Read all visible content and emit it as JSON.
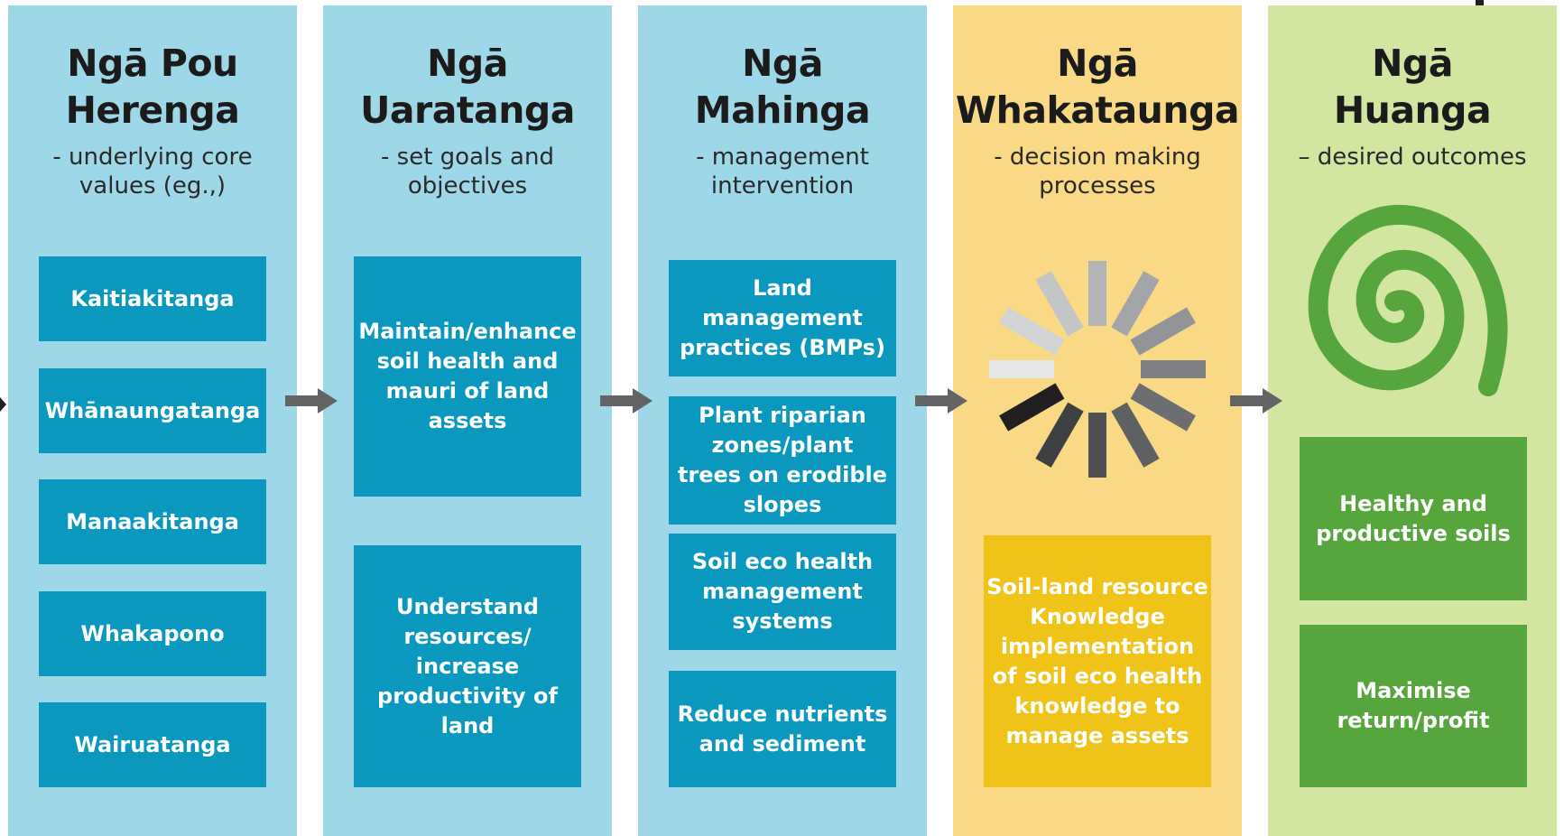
{
  "colors": {
    "column_blue": "#9ed8e8",
    "column_yellow": "#f9d985",
    "column_green": "#d2e6a2",
    "box_blue": "#0a98bf",
    "box_yellow": "#efc317",
    "box_green": "#56a63d",
    "arrow": "#636466"
  },
  "columns": [
    {
      "title": [
        "Ngā Pou",
        "Herenga"
      ],
      "subtitle": [
        "- underlying core",
        "values (eg.,)"
      ],
      "boxes": [
        {
          "lines": [
            "Kaitiakitanga"
          ]
        },
        {
          "lines": [
            "Whānaungatanga"
          ]
        },
        {
          "lines": [
            "Manaakitanga"
          ]
        },
        {
          "lines": [
            "Whakapono"
          ]
        },
        {
          "lines": [
            "Wairuatanga"
          ]
        }
      ]
    },
    {
      "title": [
        "Ngā",
        "Uaratanga"
      ],
      "subtitle": [
        "- set goals and",
        "objectives"
      ],
      "boxes": [
        {
          "lines": [
            "Maintain/enhance",
            "soil health and",
            "mauri of land",
            "assets"
          ]
        },
        {
          "lines": [
            "Understand",
            "resources/",
            "increase",
            "productivity of",
            "land"
          ]
        }
      ]
    },
    {
      "title": [
        "Ngā",
        "Mahinga"
      ],
      "subtitle": [
        "- management",
        "intervention"
      ],
      "boxes": [
        {
          "lines": [
            "Land",
            "management",
            "practices (BMPs)"
          ]
        },
        {
          "lines": [
            "Plant riparian",
            "zones/plant",
            "trees on erodible",
            "slopes"
          ]
        },
        {
          "lines": [
            "Soil eco health",
            "management",
            "systems"
          ]
        },
        {
          "lines": [
            "Reduce nutrients",
            "and sediment"
          ]
        }
      ]
    },
    {
      "title": [
        "Ngā",
        "Whakataunga"
      ],
      "subtitle": [
        "- decision making",
        "processes"
      ],
      "icon": "loading-spinner-icon",
      "boxes": [
        {
          "lines": [
            "Soil-land resource",
            "Knowledge",
            "implementation",
            "of soil eco health",
            "knowledge to",
            "manage assets"
          ]
        }
      ]
    },
    {
      "title": [
        "Ngā",
        "Huanga"
      ],
      "subtitle": [
        "– desired outcomes"
      ],
      "icon": "koru-spiral-icon",
      "boxes": [
        {
          "lines": [
            "Healthy and",
            "productive soils"
          ]
        },
        {
          "lines": [
            "Maximise",
            "return/profit"
          ]
        }
      ]
    }
  ]
}
